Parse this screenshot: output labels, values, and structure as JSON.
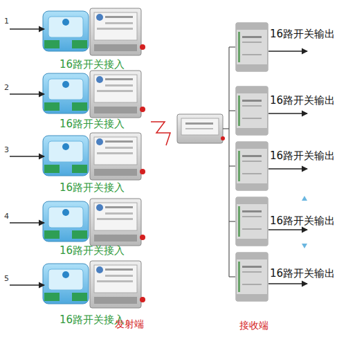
{
  "diagram": {
    "nodes": [
      {
        "text": [
          "16路开关接入"
        ]
      },
      {
        "text": [
          "16路开关接入"
        ]
      },
      {
        "text": [
          "16路开关接入"
        ]
      },
      {
        "text": [
          "16路开关接入"
        ]
      },
      {
        "text": [
          "16路开关接入"
        ]
      },
      {
        "text": [
          "16路开关输出"
        ]
      },
      {
        "text": [
          "16路开关输出"
        ]
      },
      {
        "text": [
          "16路开关输出"
        ]
      },
      {
        "text": [
          "16路开关输出"
        ]
      },
      {
        "text": [
          "16路开关输出"
        ]
      }
    ],
    "labels": [
      "1",
      "2",
      "3",
      "4",
      "5",
      "发射端",
      "接收端"
    ]
  }
}
